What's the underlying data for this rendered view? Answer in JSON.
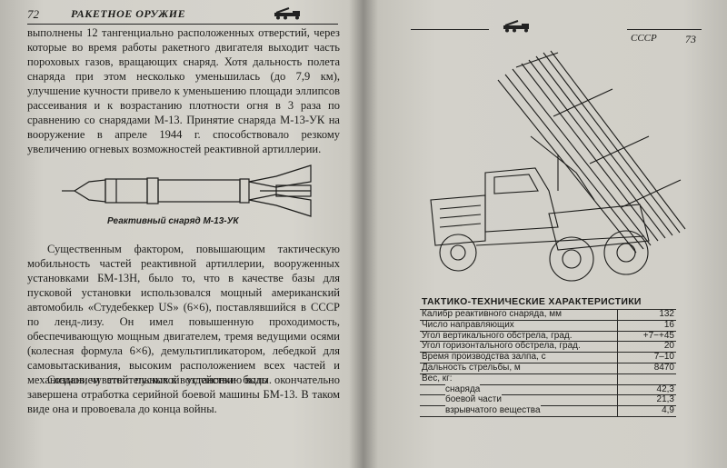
{
  "left_page": {
    "page_number": "72",
    "chapter_title": "РАКЕТНОЕ ОРУЖИЕ",
    "paragraph_1": "выполнены 12 тангенциально расположенных отверстий, через которые во время работы ракетного двигателя выходит часть пороховых газов, вращающих снаряд. Хотя дальность полета снаряда при этом несколько уменьшилась (до 7,9 км), улучшение кучности привело к уменьшению площади эллипсов рассеивания и к возрастанию плотности огня в 3 раза по сравнению со снарядами М-13. Принятие снаряда М-13-УК на вооружение в апреле 1944 г. способствовало резкому увеличению огневых возможностей реактивной артиллерии.",
    "figure_caption": "Реактивный снаряд М-13-УК",
    "paragraph_2": "Существенным фактором, повышающим тактическую мобильность частей реактивной артиллерии, вооруженных установками БМ-13Н, было то, что в качестве базы для пусковой установки использовался мощный американский автомобиль «Студебеккер US» (6×6), поставлявшийся в СССР по ленд-лизу. Он имел повышенную проходимость, обеспечивающую мощным двигателем, тремя ведущими осями (колесная формула 6×6), демультипликатором, лебедкой для самовытаскивания, высоким расположением всех частей и механизмов, чувствительных к воздействию воды.",
    "paragraph_3": "Созданием этой пусковой установки было окончательно завершена отработка серийной боевой машины БМ-13. В таком виде она и провоевала до конца войны."
  },
  "right_page": {
    "page_number": "73",
    "country": "СССР",
    "table_title": "ТАКТИКО-ТЕХНИЧЕСКИЕ ХАРАКТЕРИСТИКИ",
    "specs": [
      {
        "label": "Калибр реактивного снаряда, мм",
        "value": "132"
      },
      {
        "label": "Число направляющих",
        "value": "16"
      },
      {
        "label": "Угол вертикального обстрела, град.",
        "value": "+7−+45"
      },
      {
        "label": "Угол горизонтального обстрела, град.",
        "value": "20"
      },
      {
        "label": "Время производства залпа, с",
        "value": "7–10"
      },
      {
        "label": "Дальность стрельбы, м",
        "value": "8470"
      },
      {
        "label": "Вес, кг:",
        "value": ""
      },
      {
        "label": "снаряда",
        "value": "42,3"
      },
      {
        "label": "боевой части",
        "value": "21,3"
      },
      {
        "label": "взрывчатого вещества",
        "value": "4,9"
      }
    ]
  },
  "icons": [
    "vehicle-icon"
  ]
}
